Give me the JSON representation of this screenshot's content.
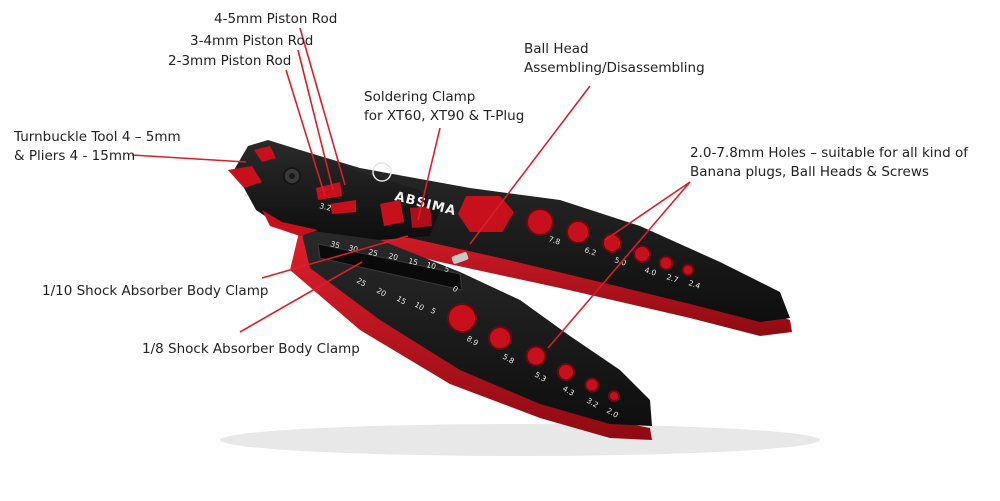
{
  "colors": {
    "leader": "#d6202a",
    "body": "#151515",
    "red": "#c8101c",
    "silver": "#c9c9c9",
    "text": "#222222"
  },
  "labels": {
    "rod_45": "4-5mm Piston Rod",
    "rod_34": "3-4mm Piston Rod",
    "rod_23": "2-3mm Piston Rod",
    "turnbuckle_1": "Turnbuckle Tool 4 – 5mm",
    "turnbuckle_2": "& Pliers 4 - 15mm",
    "solder_1": "Soldering Clamp",
    "solder_2": "for XT60, XT90 & T-Plug",
    "ballhead_1": "Ball Head",
    "ballhead_2": "Assembling/Disassembling",
    "holes_1": "2.0-7.8mm Holes – suitable for all kind of",
    "holes_2": "Banana plugs, Ball Heads & Screws",
    "shock10": "1/10 Shock Absorber Body Clamp",
    "shock8": "1/8 Shock Absorber Body Clamp"
  },
  "tool": {
    "brand": "ABSIMA",
    "upper_hole_sizes": [
      "7.8",
      "6.2",
      "5.0",
      "4.0",
      "2.7",
      "2.4"
    ],
    "lower_hole_sizes": [
      "8.9",
      "5.8",
      "5.3",
      "4.3",
      "3.2",
      "2.0"
    ],
    "scale_top": [
      "35",
      "30",
      "25",
      "20",
      "15",
      "10",
      "5"
    ],
    "scale_bottom": [
      "25",
      "20",
      "15",
      "10",
      "5",
      "0"
    ],
    "jaw_mark": "3.2"
  }
}
